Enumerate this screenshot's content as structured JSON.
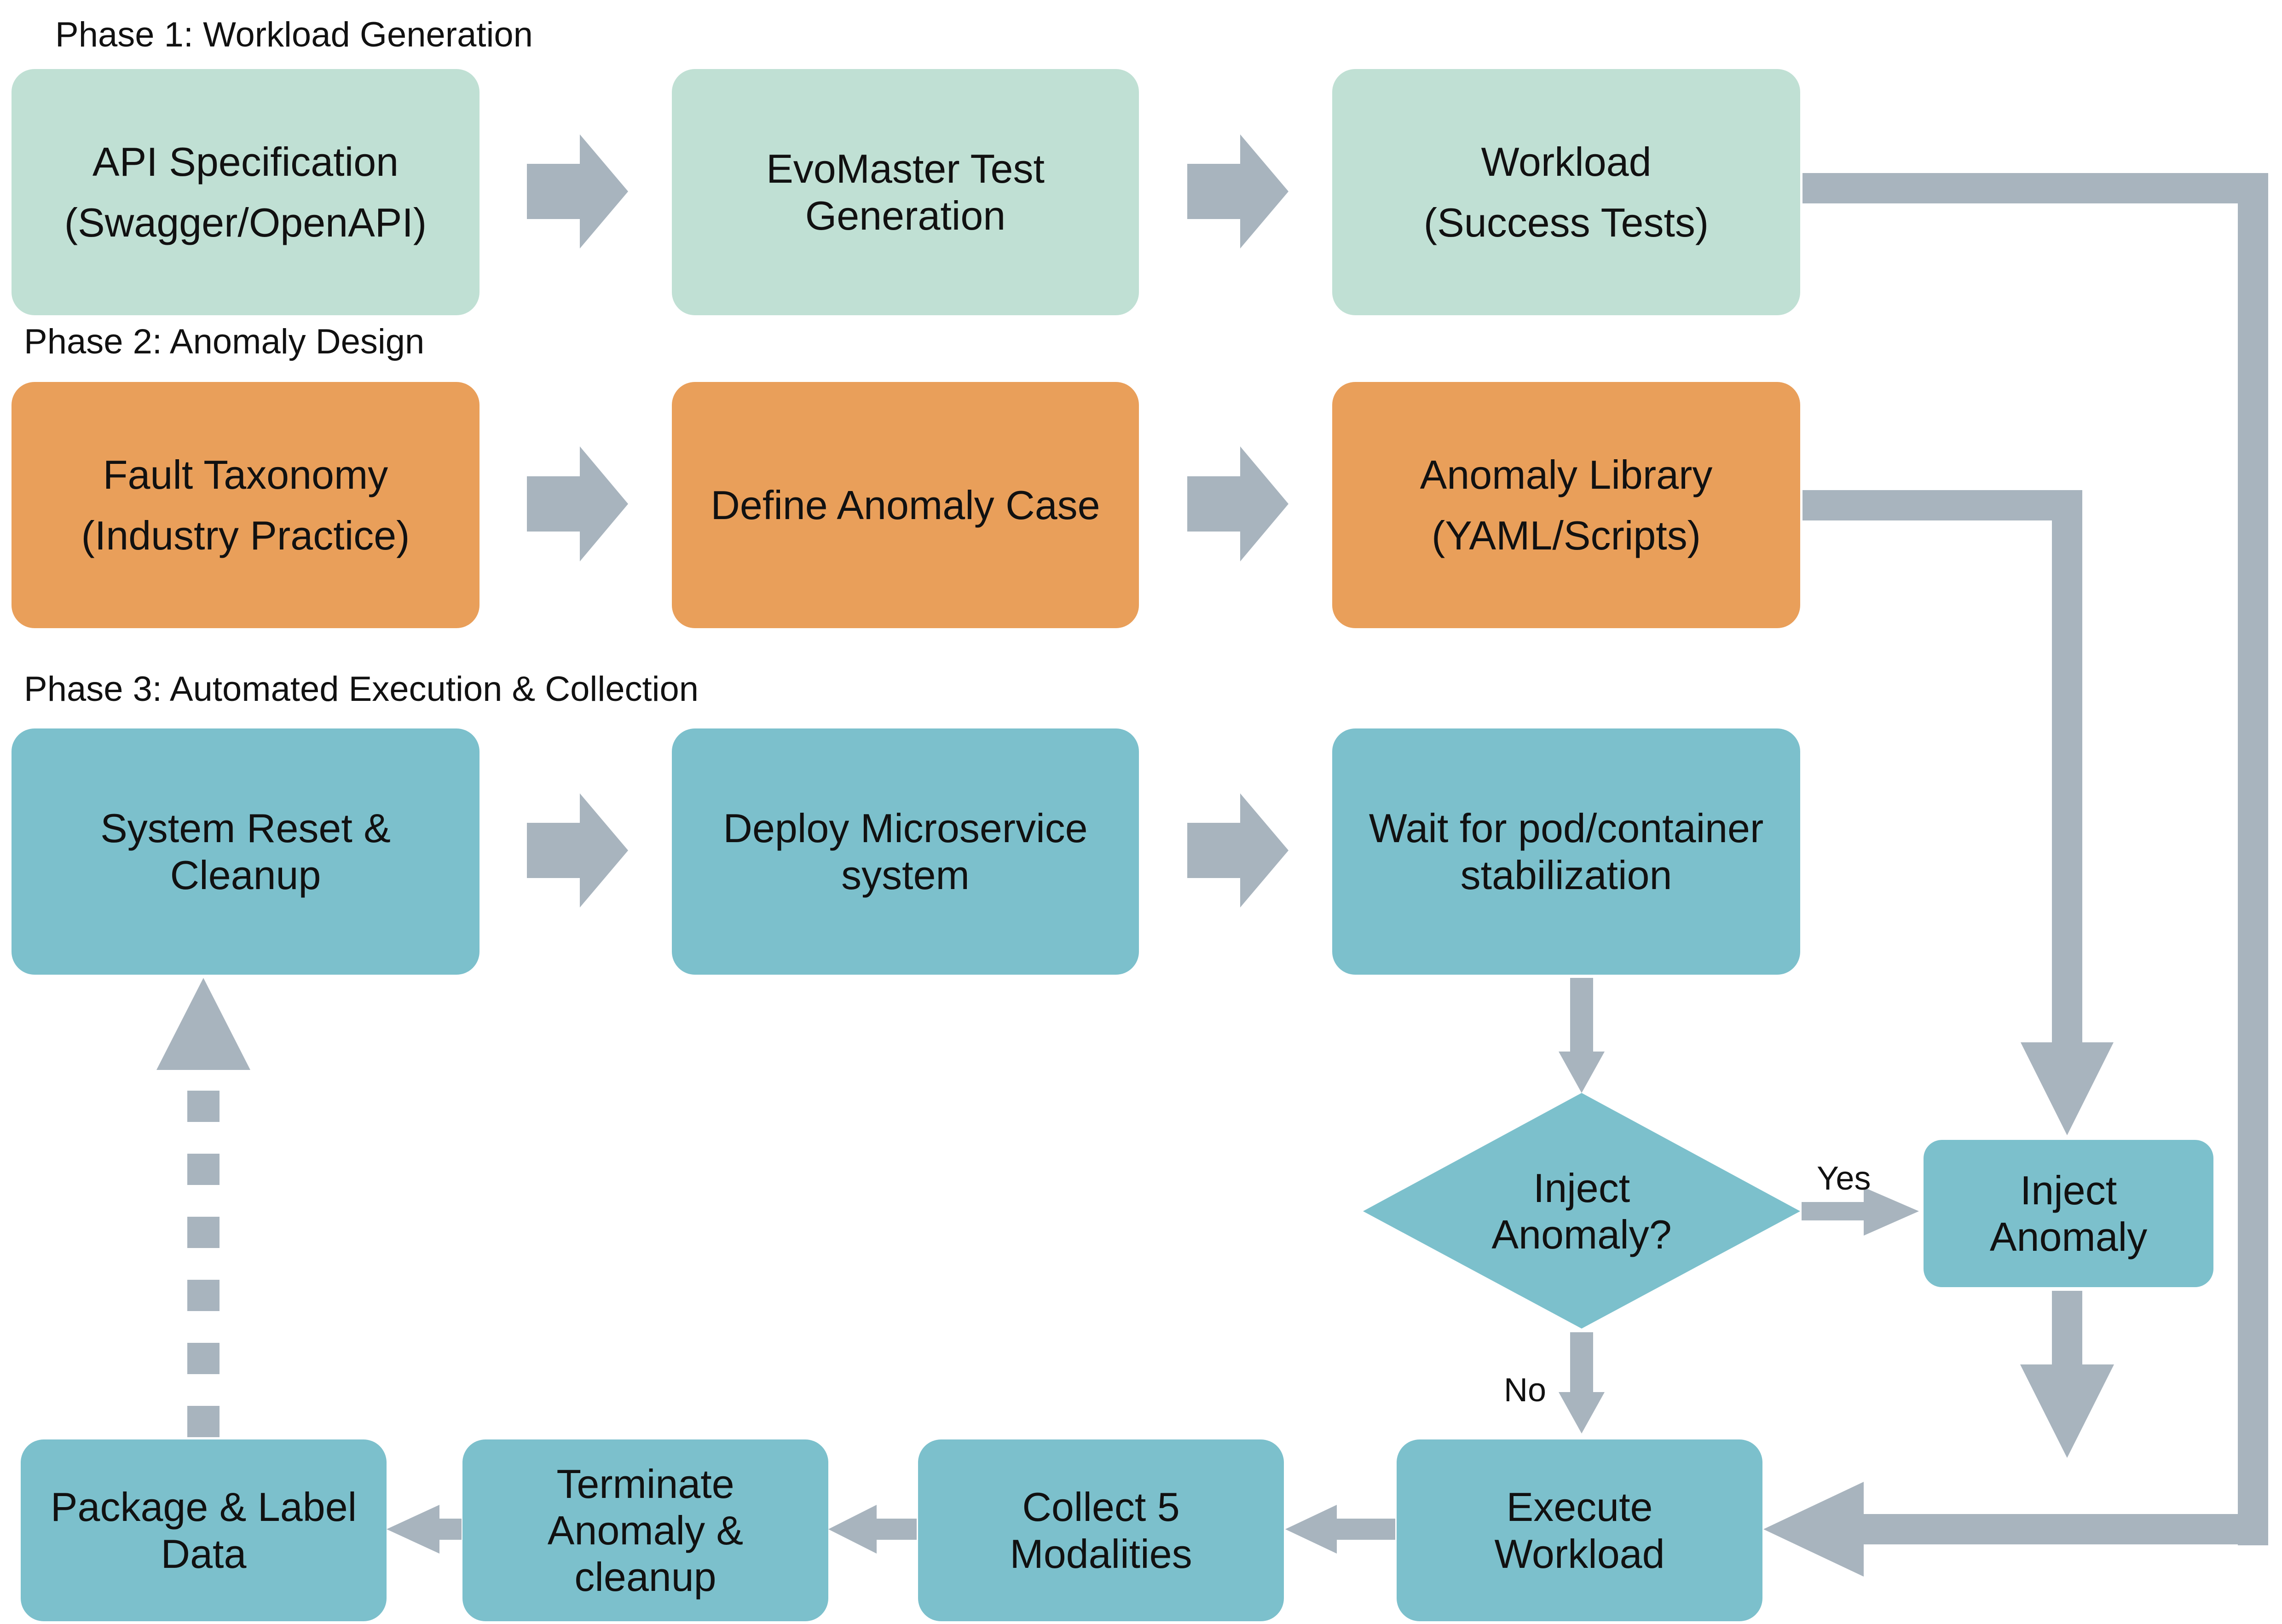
{
  "phases": {
    "p1": "Phase 1: Workload Generation",
    "p2": "Phase 2: Anomaly Design",
    "p3": "Phase 3: Automated Execution & Collection"
  },
  "phase1": {
    "api_spec": [
      "API Specification",
      "(Swagger/OpenAPI)"
    ],
    "evomaster": [
      "EvoMaster Test",
      "Generation"
    ],
    "workload": [
      "Workload",
      "(Success Tests)"
    ]
  },
  "phase2": {
    "fault_taxonomy": [
      "Fault Taxonomy",
      "(Industry Practice)"
    ],
    "define_case": "Define Anomaly Case",
    "anomaly_library": [
      "Anomaly Library",
      "(YAML/Scripts)"
    ]
  },
  "phase3": {
    "system_reset": [
      "System Reset &",
      "Cleanup"
    ],
    "deploy": [
      "Deploy Microservice",
      "system"
    ],
    "wait": [
      "Wait for pod/container",
      "stabilization"
    ],
    "decision": [
      "Inject",
      "Anomaly?"
    ],
    "inject": [
      "Inject",
      "Anomaly"
    ],
    "execute": [
      "Execute",
      "Workload"
    ],
    "collect": [
      "Collect 5",
      "Modalities"
    ],
    "terminate": [
      "Terminate",
      "Anomaly &",
      "cleanup"
    ],
    "package": [
      "Package & Label",
      "Data"
    ]
  },
  "labels": {
    "yes": "Yes",
    "no": "No"
  },
  "colors": {
    "phase1_fill": "#c0e0d4",
    "phase2_fill": "#e99f5a",
    "phase3_fill": "#7cc0cc",
    "arrow": "#a8b4be"
  }
}
